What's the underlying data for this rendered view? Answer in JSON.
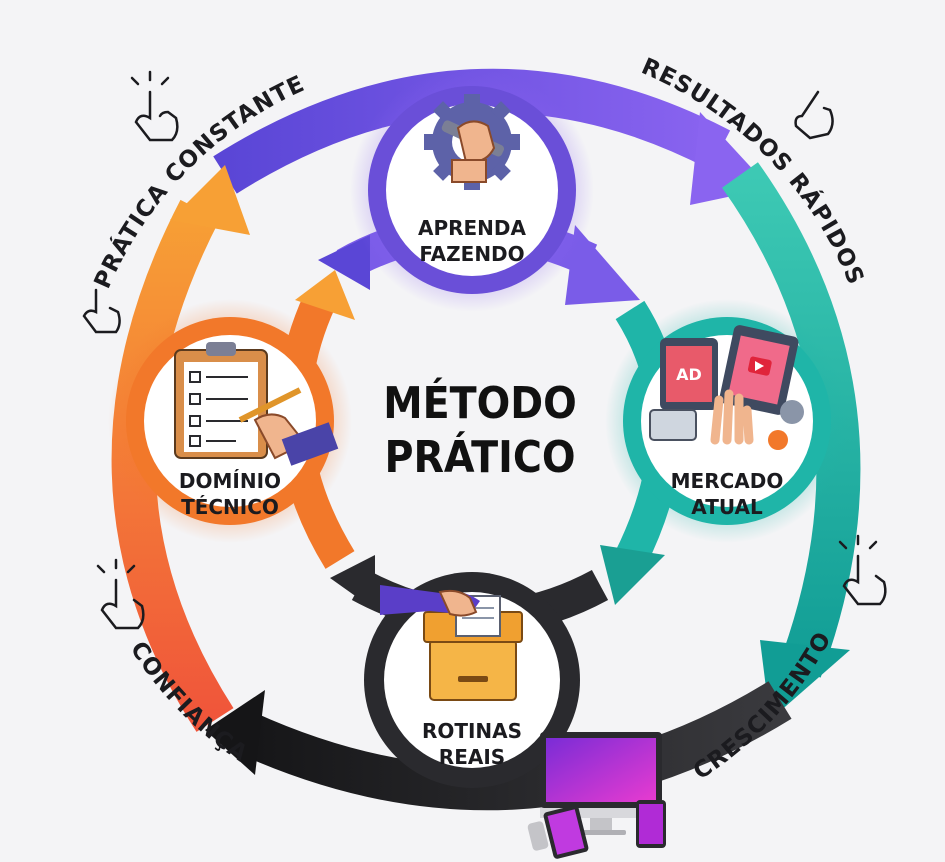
{
  "center": {
    "line1": "MÉTODO",
    "line2": "PRÁTICO"
  },
  "nodes": [
    {
      "id": "aprenda",
      "line1": "APRENDA",
      "line2": "FAZENDO",
      "color": "#6a4fd8",
      "icon": "gear-wrench-fist-icon"
    },
    {
      "id": "mercado",
      "line1": "MERCADO",
      "line2": "ATUAL",
      "color": "#1fb5a8",
      "icon": "tablets-ad-video-icon"
    },
    {
      "id": "rotinas",
      "line1": "ROTINAS",
      "line2": "REAIS",
      "color": "#2a2a2e",
      "icon": "file-drawer-icon"
    },
    {
      "id": "dominio",
      "line1": "DOMÍNIO",
      "line2": "TÉCNICO",
      "color": "#f2782a",
      "icon": "clipboard-checklist-icon"
    }
  ],
  "outer_labels": {
    "top_left": "PRÁTICA CONSTANTE",
    "top_right": "RESULTADOS RÁPIDOS",
    "bottom_right": "CRESCIMENTO",
    "bottom_left": "CONFIANÇA"
  },
  "colors": {
    "purple": "#6a4fd8",
    "teal": "#1fb5a8",
    "orange": "#f2782a",
    "dark": "#2a2a2e",
    "magenta": "#b02bd6"
  },
  "decor_icons": [
    "tap-hand-icon",
    "pointing-hand-icon",
    "computer-devices-icon"
  ]
}
